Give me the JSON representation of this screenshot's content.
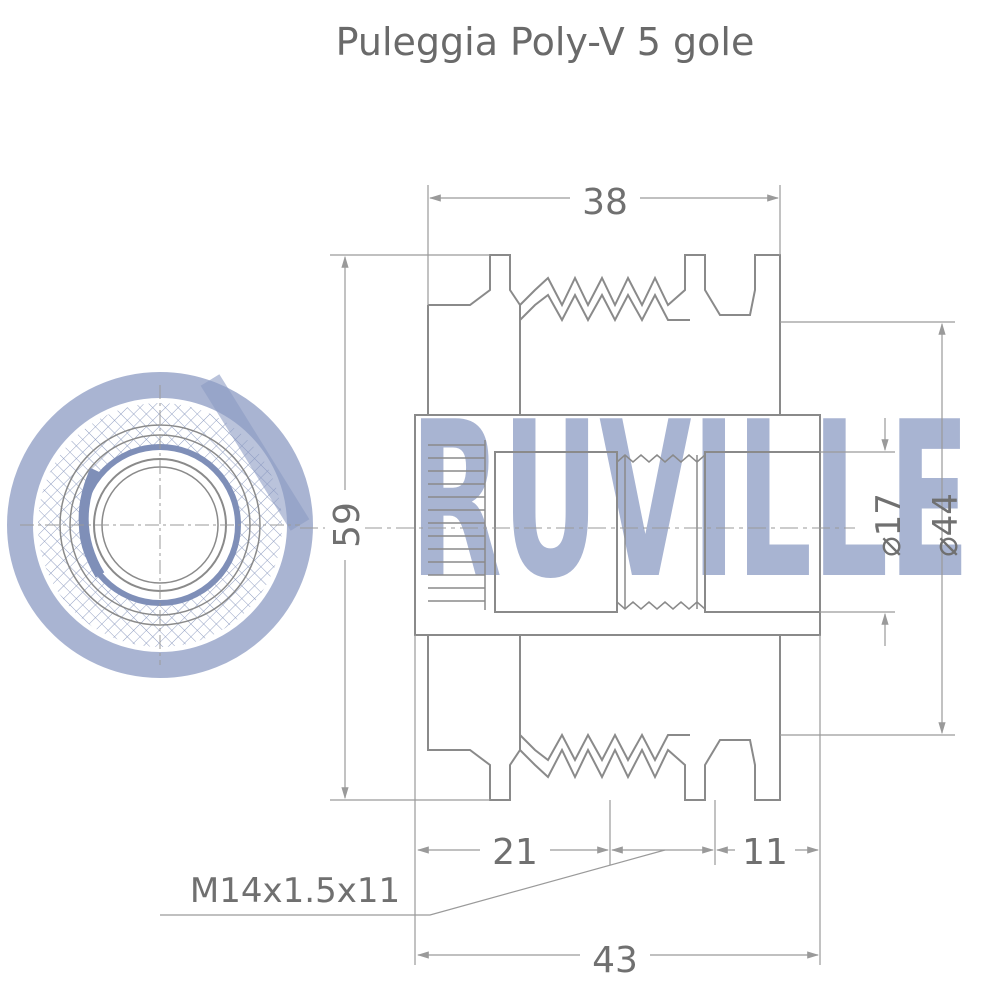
{
  "title": "Puleggia Poly-V 5 gole",
  "watermark": "RUVILLE",
  "dimensions": {
    "top_width": "38",
    "height": "59",
    "inner_diameter": "⌀17",
    "outer_diameter": "⌀44",
    "left_span": "21",
    "right_span": "11",
    "total_width": "43"
  },
  "thread_label": "M14x1.5x11",
  "colors": {
    "line": "#8a8a8a",
    "dim": "#9a9a9a",
    "watermark": "#8c9bc3",
    "text": "#6a6a6a"
  }
}
